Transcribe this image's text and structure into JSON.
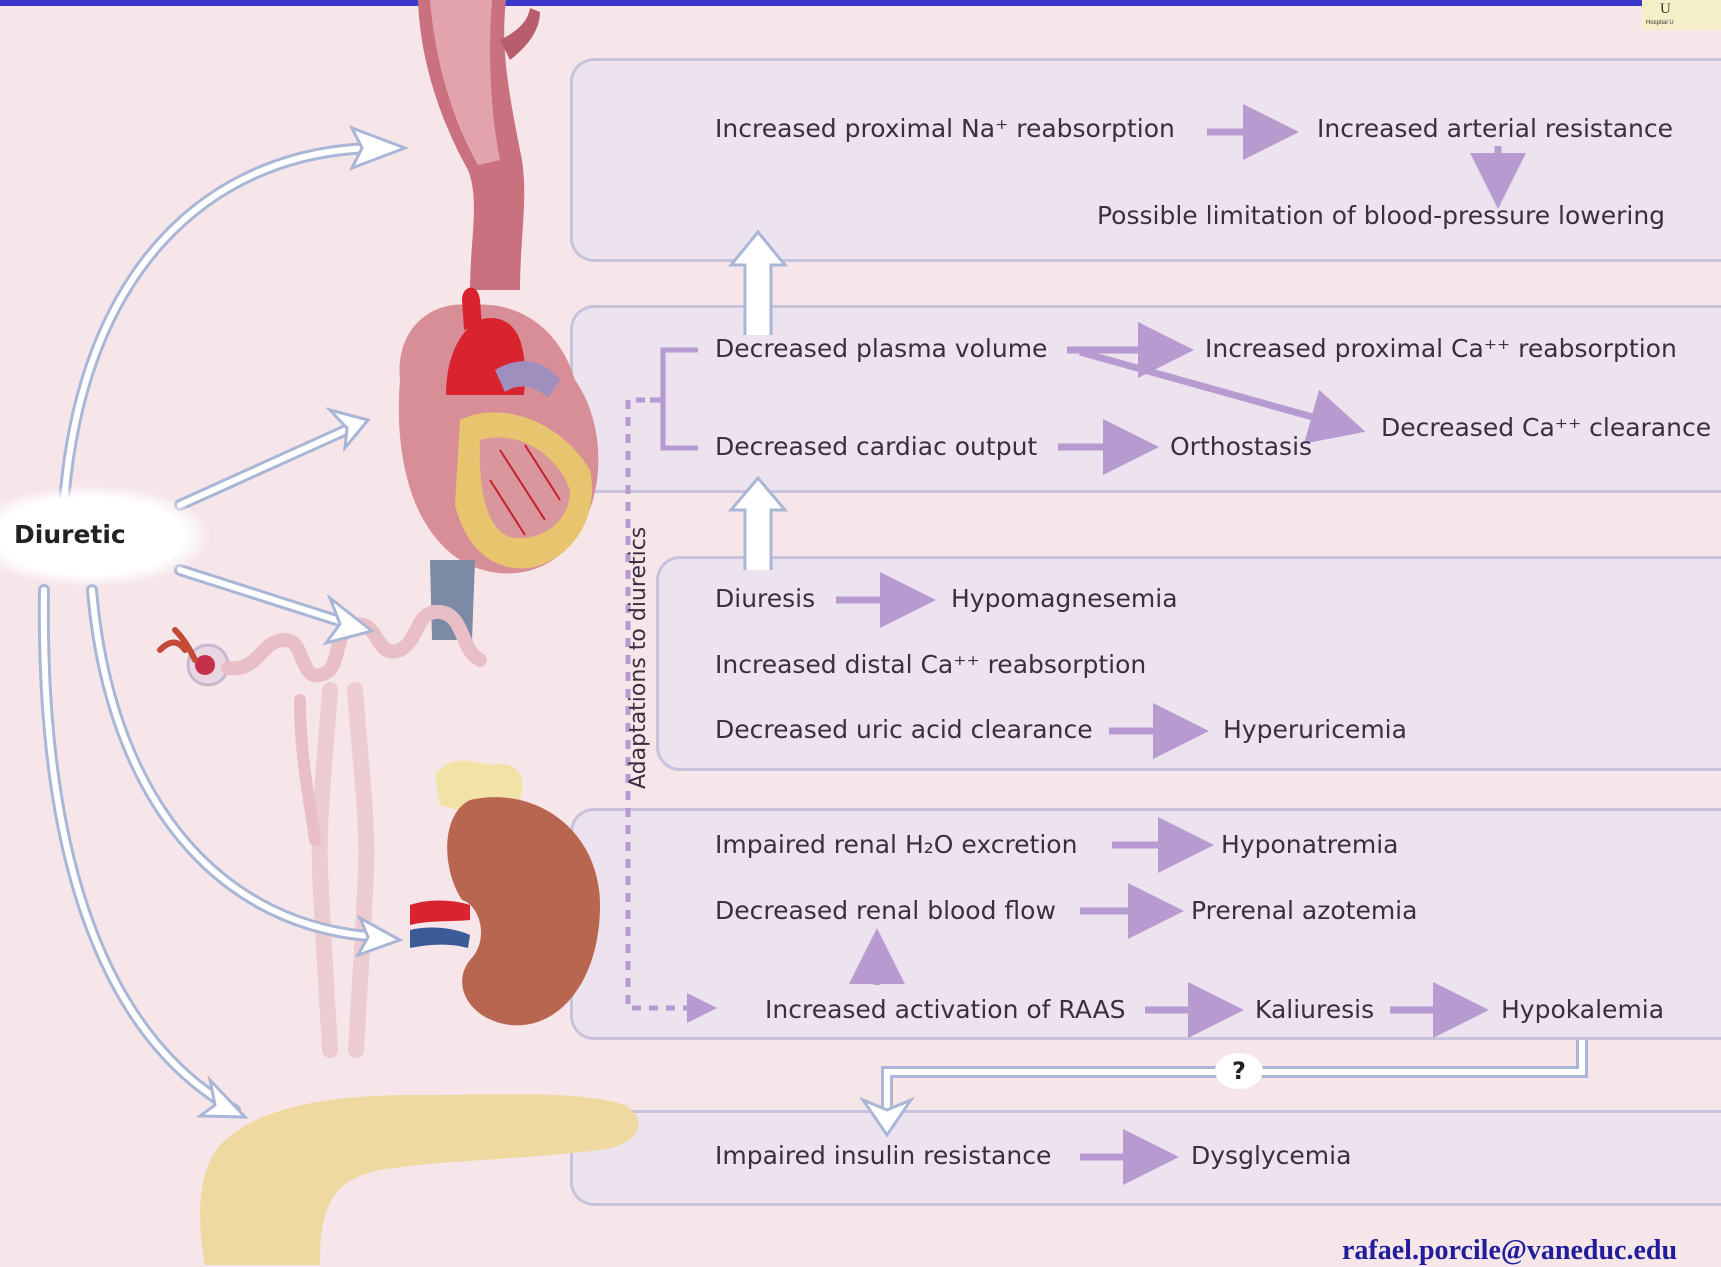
{
  "header": {
    "logo_text": "U",
    "logo_subtext": "Hospital U"
  },
  "diuretic": {
    "label": "Diuretic"
  },
  "side_label": "Adaptations to diuretics",
  "panel_vascular": {
    "na_reabsorption": "Increased proximal Na⁺ reabsorption",
    "arterial_resistance": "Increased arterial resistance",
    "bp_limitation": "Possible limitation of blood-pressure lowering"
  },
  "panel_cardiac": {
    "plasma_volume": "Decreased plasma volume",
    "cardiac_output": "Decreased cardiac output",
    "ca_reabsorption": "Increased proximal Ca⁺⁺ reabsorption",
    "ca_clearance": "Decreased Ca⁺⁺ clearance",
    "orthostasis": "Orthostasis"
  },
  "panel_tubule": {
    "diuresis": "Diuresis",
    "hypomagnesemia": "Hypomagnesemia",
    "distal_ca": "Increased distal Ca⁺⁺ reabsorption",
    "uric_acid": "Decreased uric acid clearance",
    "hyperuricemia": "Hyperuricemia"
  },
  "panel_renal": {
    "h2o_excretion": "Impaired renal H₂O excretion",
    "hyponatremia": "Hyponatremia",
    "renal_flow": "Decreased renal blood flow",
    "azotemia": "Prerenal azotemia",
    "raas": "Increased activation of RAAS",
    "kaliuresis": "Kaliuresis",
    "hypokalemia": "Hypokalemia"
  },
  "question_mark": "?",
  "panel_pancreas": {
    "insulin": "Impaired insulin resistance",
    "dysglycemia": "Dysglycemia"
  },
  "footer": {
    "email": "rafael.porcile@vaneduc.edu"
  },
  "colors": {
    "top_bar": "#3a38c8",
    "arrow": "#b69ad0",
    "panel": "#ece3ef",
    "background": "#f6e6ea",
    "email": "#1f1d9a"
  }
}
